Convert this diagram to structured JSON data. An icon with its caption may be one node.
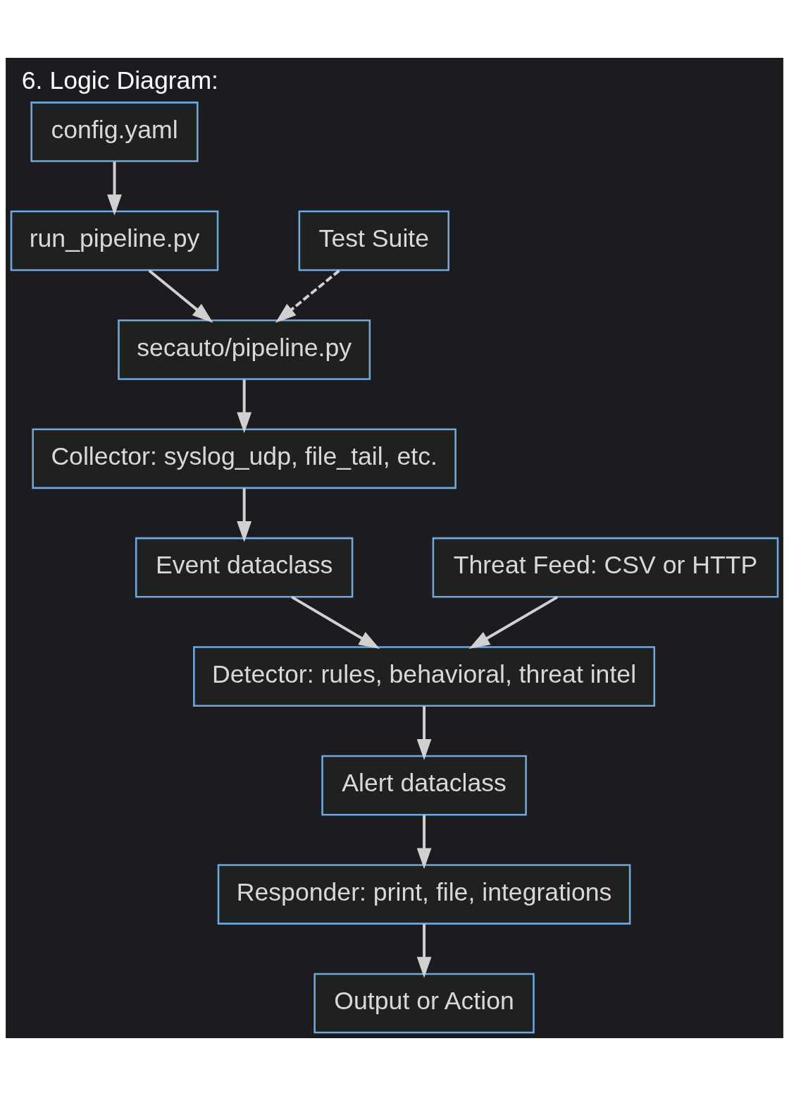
{
  "diagram": {
    "title": "6. Logic Diagram:",
    "nodes": [
      {
        "text": [
          "config.yaml"
        ]
      },
      {
        "text": [
          "run_pipeline.py"
        ]
      },
      {
        "text": [
          "Test Suite"
        ]
      },
      {
        "text": [
          "secauto/pipeline.py"
        ]
      },
      {
        "text": [
          "Collector: syslog_udp, file_tail, etc."
        ]
      },
      {
        "text": [
          "Event dataclass"
        ]
      },
      {
        "text": [
          "Threat Feed: CSV or HTTP"
        ]
      },
      {
        "text": [
          "Detector: rules, behavioral, threat intel"
        ]
      },
      {
        "text": [
          "Alert dataclass"
        ]
      },
      {
        "text": [
          "Responder: print, file, integrations"
        ]
      },
      {
        "text": [
          "Output or Action"
        ]
      }
    ],
    "edges": [
      {
        "from": 0,
        "to": 1,
        "arrow": "to"
      },
      {
        "from": 1,
        "to": 3,
        "arrow": "to"
      },
      {
        "from": 2,
        "to": 3,
        "arrow": "to",
        "style": "dashed"
      },
      {
        "from": 3,
        "to": 4,
        "arrow": "to"
      },
      {
        "from": 4,
        "to": 5,
        "arrow": "to"
      },
      {
        "from": 5,
        "to": 7,
        "arrow": "to"
      },
      {
        "from": 6,
        "to": 7,
        "arrow": "to"
      },
      {
        "from": 7,
        "to": 8,
        "arrow": "to"
      },
      {
        "from": 8,
        "to": 9,
        "arrow": "to"
      },
      {
        "from": 9,
        "to": 10,
        "arrow": "to"
      }
    ]
  }
}
